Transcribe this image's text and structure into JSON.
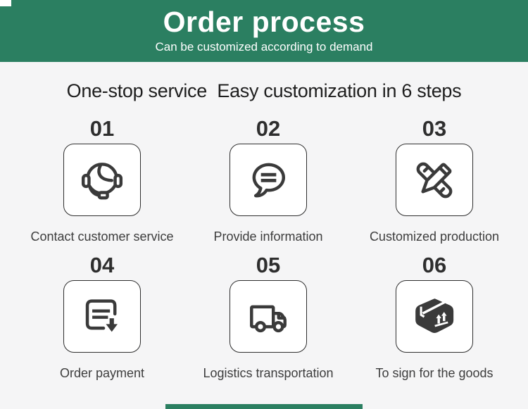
{
  "header": {
    "title": "Order process",
    "subtitle": "Can be customized according to demand"
  },
  "headline": "One-stop service  Easy customization in 6 steps",
  "steps": [
    {
      "number": "01",
      "label": "Contact customer service",
      "icon": "headset-icon"
    },
    {
      "number": "02",
      "label": "Provide information",
      "icon": "chat-bubble-icon"
    },
    {
      "number": "03",
      "label": "Customized production",
      "icon": "pencil-ruler-icon"
    },
    {
      "number": "04",
      "label": "Order payment",
      "icon": "document-download-icon"
    },
    {
      "number": "05",
      "label": "Logistics transportation",
      "icon": "truck-icon"
    },
    {
      "number": "06",
      "label": "To sign for the goods",
      "icon": "package-icon"
    }
  ],
  "colors": {
    "accent_green": "#2b7f61",
    "icon_dark": "#3a3a3a",
    "background": "#f5f5f6",
    "card_background": "#ffffff"
  }
}
